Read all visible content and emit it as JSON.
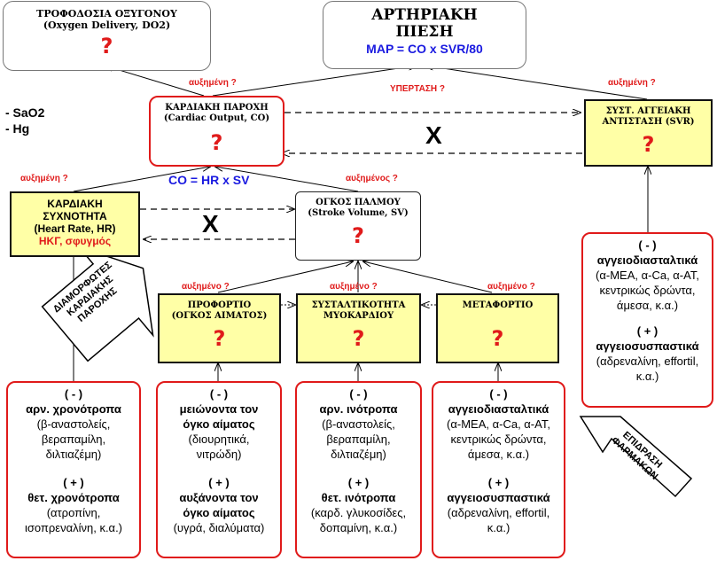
{
  "oxygen": {
    "title": "ΤΡΟΦΟΔΟΣΙΑ ΟΞΥΓΟΝΟΥ",
    "subtitle": "(Oxygen Delivery, DO2)",
    "q": "?"
  },
  "map": {
    "title1": "ΑΡΤΗΡΙΑΚΗ",
    "title2": "ΠΙΕΣΗ",
    "formula": "MAP = CO x SVR/80"
  },
  "sao2": "- SaO2",
  "hg": "- Hg",
  "co": {
    "title": "ΚΑΡΔΙΑΚΗ ΠΑΡΟΧΗ",
    "subtitle": "(Cardiac Output, CO)",
    "q": "?"
  },
  "svr": {
    "title1": "ΣΥΣΤ. ΑΓΓΕΙΑΚΗ",
    "title2": "ΑΝΤΙΣΤΑΣΗ (SVR)",
    "q": "?"
  },
  "hr": {
    "title1": "ΚΑΡΔΙΑΚΗ",
    "title2": "ΣΥΧΝΟΤΗΤΑ",
    "subtitle": "(Heart Rate, HR)",
    "extra": "ΗΚΓ, σφυγμός"
  },
  "sv": {
    "title": "ΟΓΚΟΣ ΠΑΛΜΟΥ",
    "subtitle": "(Stroke Volume, SV)",
    "q": "?"
  },
  "co_formula": "CO = HR x SV",
  "x_mark": "X",
  "labels": {
    "inc_f": "αυξημένη ?",
    "inc_m": "αυξημένος ?",
    "inc_n": "αυξημένο ?",
    "hypertension": "ΥΠΕΡΤΑΣΗ ?"
  },
  "preload": {
    "title1": "ΠΡΟΦΟΡΤΙΟ",
    "title2": "(ΟΓΚΟΣ ΑΙΜΑΤΟΣ)",
    "q": "?"
  },
  "contract": {
    "title1": "ΣΥΣΤΑΛΤΙΚΟΤΗΤΑ",
    "title2": "ΜΥΟΚΑΡΔΙΟΥ",
    "q": "?"
  },
  "afterload": {
    "title": "ΜΕΤΑΦΟΡΤΙΟ",
    "q": "?"
  },
  "arrow_left_text": [
    "ΔΙΑΜΟΡΦΩΤΕΣ",
    "ΚΑΡΔΙΑΚΗΣ",
    "ΠΑΡΟΧΗΣ"
  ],
  "arrow_right_text": [
    "ΕΠΙΔΡΑΣΗ",
    "ΦΑΡΜΑΚΩΝ"
  ],
  "drugs_svr": {
    "minus": "( - )",
    "h1": "αγγειοδιασταλτικά",
    "l1": [
      "(α-ΜΕΑ, α-Ca, α-AT,",
      "κεντρικώς δρώντα,",
      "άμεσα, κ.α.)"
    ],
    "plus": "( + )",
    "h2": "αγγειοσυσπαστικά",
    "l2": [
      "(αδρεναλίνη, effortil,",
      "κ.α.)"
    ]
  },
  "drugs_hr": {
    "minus": "( - )",
    "h1": "αρν. χρονότροπα",
    "l1": [
      "(β-αναστολείς,",
      "βεραπαμίλη,",
      "διλτιαζέμη)"
    ],
    "plus": "( + )",
    "h2": "θετ. χρονότροπα",
    "l2": [
      "(ατροπίνη,",
      "ισοπρεναλίνη, κ.α.)"
    ]
  },
  "drugs_preload": {
    "minus": "( - )",
    "h1a": "μειώνοντα τον",
    "h1b": "όγκο αίματος",
    "l1": [
      "(διουρητικά,",
      "νιτρώδη)"
    ],
    "plus": "( + )",
    "h2a": "αυξάνοντα τον",
    "h2b": "όγκο αίματος",
    "l2": [
      "(υγρά, διαλύματα)"
    ]
  },
  "drugs_contract": {
    "minus": "( - )",
    "h1": "αρν. ινότροπα",
    "l1": [
      "(β-αναστολείς,",
      "βεραπαμίλη,",
      "διλτιαζέμη)"
    ],
    "plus": "( + )",
    "h2": "θετ. ινότροπα",
    "l2": [
      "(καρδ. γλυκοσίδες,",
      "δοπαμίνη, κ.α.)"
    ]
  },
  "drugs_afterload": {
    "minus": "( - )",
    "h1": "αγγειοδιασταλτικά",
    "l1": [
      "(α-ΜΕΑ, α-Ca, α-AT,",
      "κεντρικώς δρώντα,",
      "άμεσα, κ.α.)"
    ],
    "plus": "( + )",
    "h2": "αγγειοσυσπαστικά",
    "l2": [
      "(αδρεναλίνη, effortil,",
      "κ.α.)"
    ]
  }
}
